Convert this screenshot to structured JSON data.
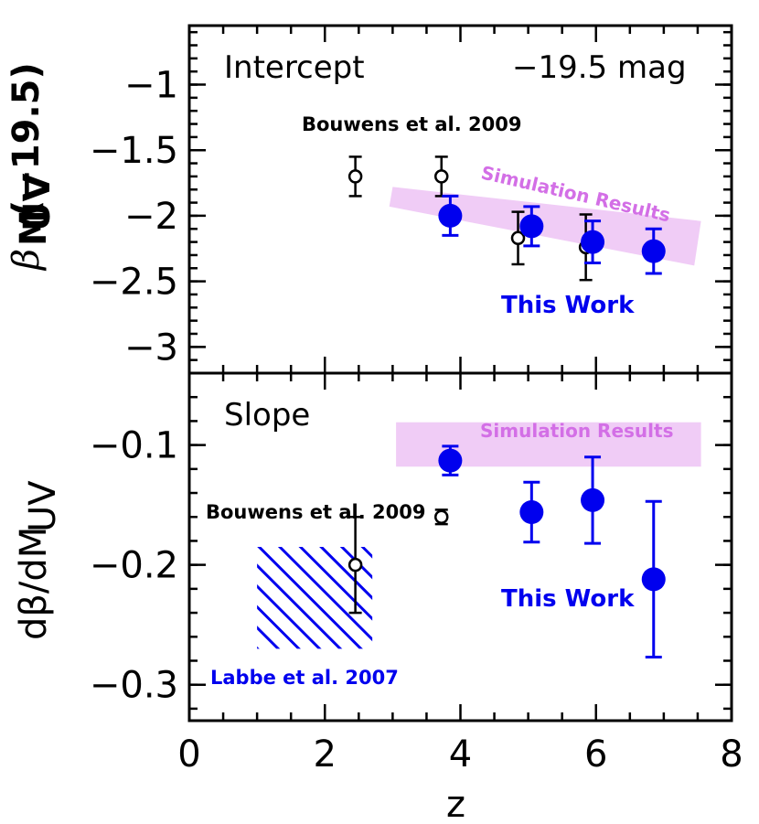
{
  "chart_data": [
    {
      "type": "scatter",
      "panel_label": "Intercept",
      "corner_label": "−19.5 mag",
      "ylabel_main": "β",
      "ylabel_sub": "M",
      "ylabel_subsub": "UV",
      "ylabel_suffix": "(−19.5)",
      "xlim": [
        0,
        8
      ],
      "ylim": [
        -3.2,
        -0.55
      ],
      "yticks": [
        -3,
        -2.5,
        -2,
        -1.5,
        -1
      ],
      "ytick_labels": [
        "−3",
        "−2.5",
        "−2",
        "−1.5",
        "−1"
      ],
      "series": [
        {
          "name": "Bouwens et al. 2009",
          "color": "#000000",
          "marker": "open-circle",
          "points": [
            {
              "x": 2.45,
              "y": -1.7,
              "err_lo": 0.15,
              "err_hi": 0.15
            },
            {
              "x": 3.72,
              "y": -1.7,
              "err_lo": 0.15,
              "err_hi": 0.15
            },
            {
              "x": 4.85,
              "y": -2.17,
              "err_lo": 0.2,
              "err_hi": 0.2
            },
            {
              "x": 5.85,
              "y": -2.24,
              "err_lo": 0.25,
              "err_hi": 0.25
            }
          ]
        },
        {
          "name": "This Work",
          "color": "#0000ee",
          "marker": "filled-circle",
          "points": [
            {
              "x": 3.85,
              "y": -2.0,
              "err_lo": 0.15,
              "err_hi": 0.15
            },
            {
              "x": 5.05,
              "y": -2.08,
              "err_lo": 0.15,
              "err_hi": 0.15
            },
            {
              "x": 5.95,
              "y": -2.2,
              "err_lo": 0.16,
              "err_hi": 0.16
            },
            {
              "x": 6.85,
              "y": -2.27,
              "err_lo": 0.17,
              "err_hi": 0.17
            }
          ]
        }
      ],
      "band": {
        "name": "Simulation Results",
        "color": "#f0ccf6",
        "label_color": "#d36fe6",
        "polygon": [
          [
            3.0,
            -1.78
          ],
          [
            7.55,
            -2.04
          ],
          [
            7.45,
            -2.38
          ],
          [
            2.95,
            -1.93
          ]
        ]
      }
    },
    {
      "type": "scatter",
      "panel_label": "Slope",
      "ylabel": "dβ/dM",
      "ylabel_sub": "UV",
      "xlabel": "z",
      "xlim": [
        0,
        8
      ],
      "ylim": [
        -0.33,
        -0.04
      ],
      "yticks": [
        -0.3,
        -0.2,
        -0.1
      ],
      "ytick_labels": [
        "−0.3",
        "−0.2",
        "−0.1"
      ],
      "xticks": [
        0,
        2,
        4,
        6,
        8
      ],
      "xtick_labels": [
        "0",
        "2",
        "4",
        "6",
        "8"
      ],
      "series": [
        {
          "name": "Bouwens et al. 2009",
          "color": "#000000",
          "marker": "open-circle",
          "points": [
            {
              "x": 2.45,
              "y": -0.2,
              "err_lo": 0.04,
              "err_hi": 0.04
            },
            {
              "x": 3.72,
              "y": -0.16,
              "err_lo": 0.006,
              "err_hi": 0.006
            }
          ]
        },
        {
          "name": "This Work",
          "color": "#0000ee",
          "marker": "filled-circle",
          "points": [
            {
              "x": 3.85,
              "y": -0.113,
              "err_lo": 0.012,
              "err_hi": 0.012
            },
            {
              "x": 5.05,
              "y": -0.156,
              "err_lo": 0.025,
              "err_hi": 0.025
            },
            {
              "x": 5.95,
              "y": -0.146,
              "err_lo": 0.036,
              "err_hi": 0.036
            },
            {
              "x": 6.85,
              "y": -0.212,
              "err_lo": 0.065,
              "err_hi": 0.065
            }
          ]
        }
      ],
      "band": {
        "name": "Simulation Results",
        "color": "#f0ccf6",
        "label_color": "#d36fe6",
        "polygon": [
          [
            3.05,
            -0.081
          ],
          [
            7.55,
            -0.081
          ],
          [
            7.55,
            -0.118
          ],
          [
            3.05,
            -0.118
          ]
        ]
      },
      "hatched_region": {
        "name": "Labbe et al. 2007",
        "color": "#0000ee",
        "x_range": [
          1.0,
          2.7
        ],
        "y_range": [
          -0.27,
          -0.185
        ]
      }
    }
  ]
}
